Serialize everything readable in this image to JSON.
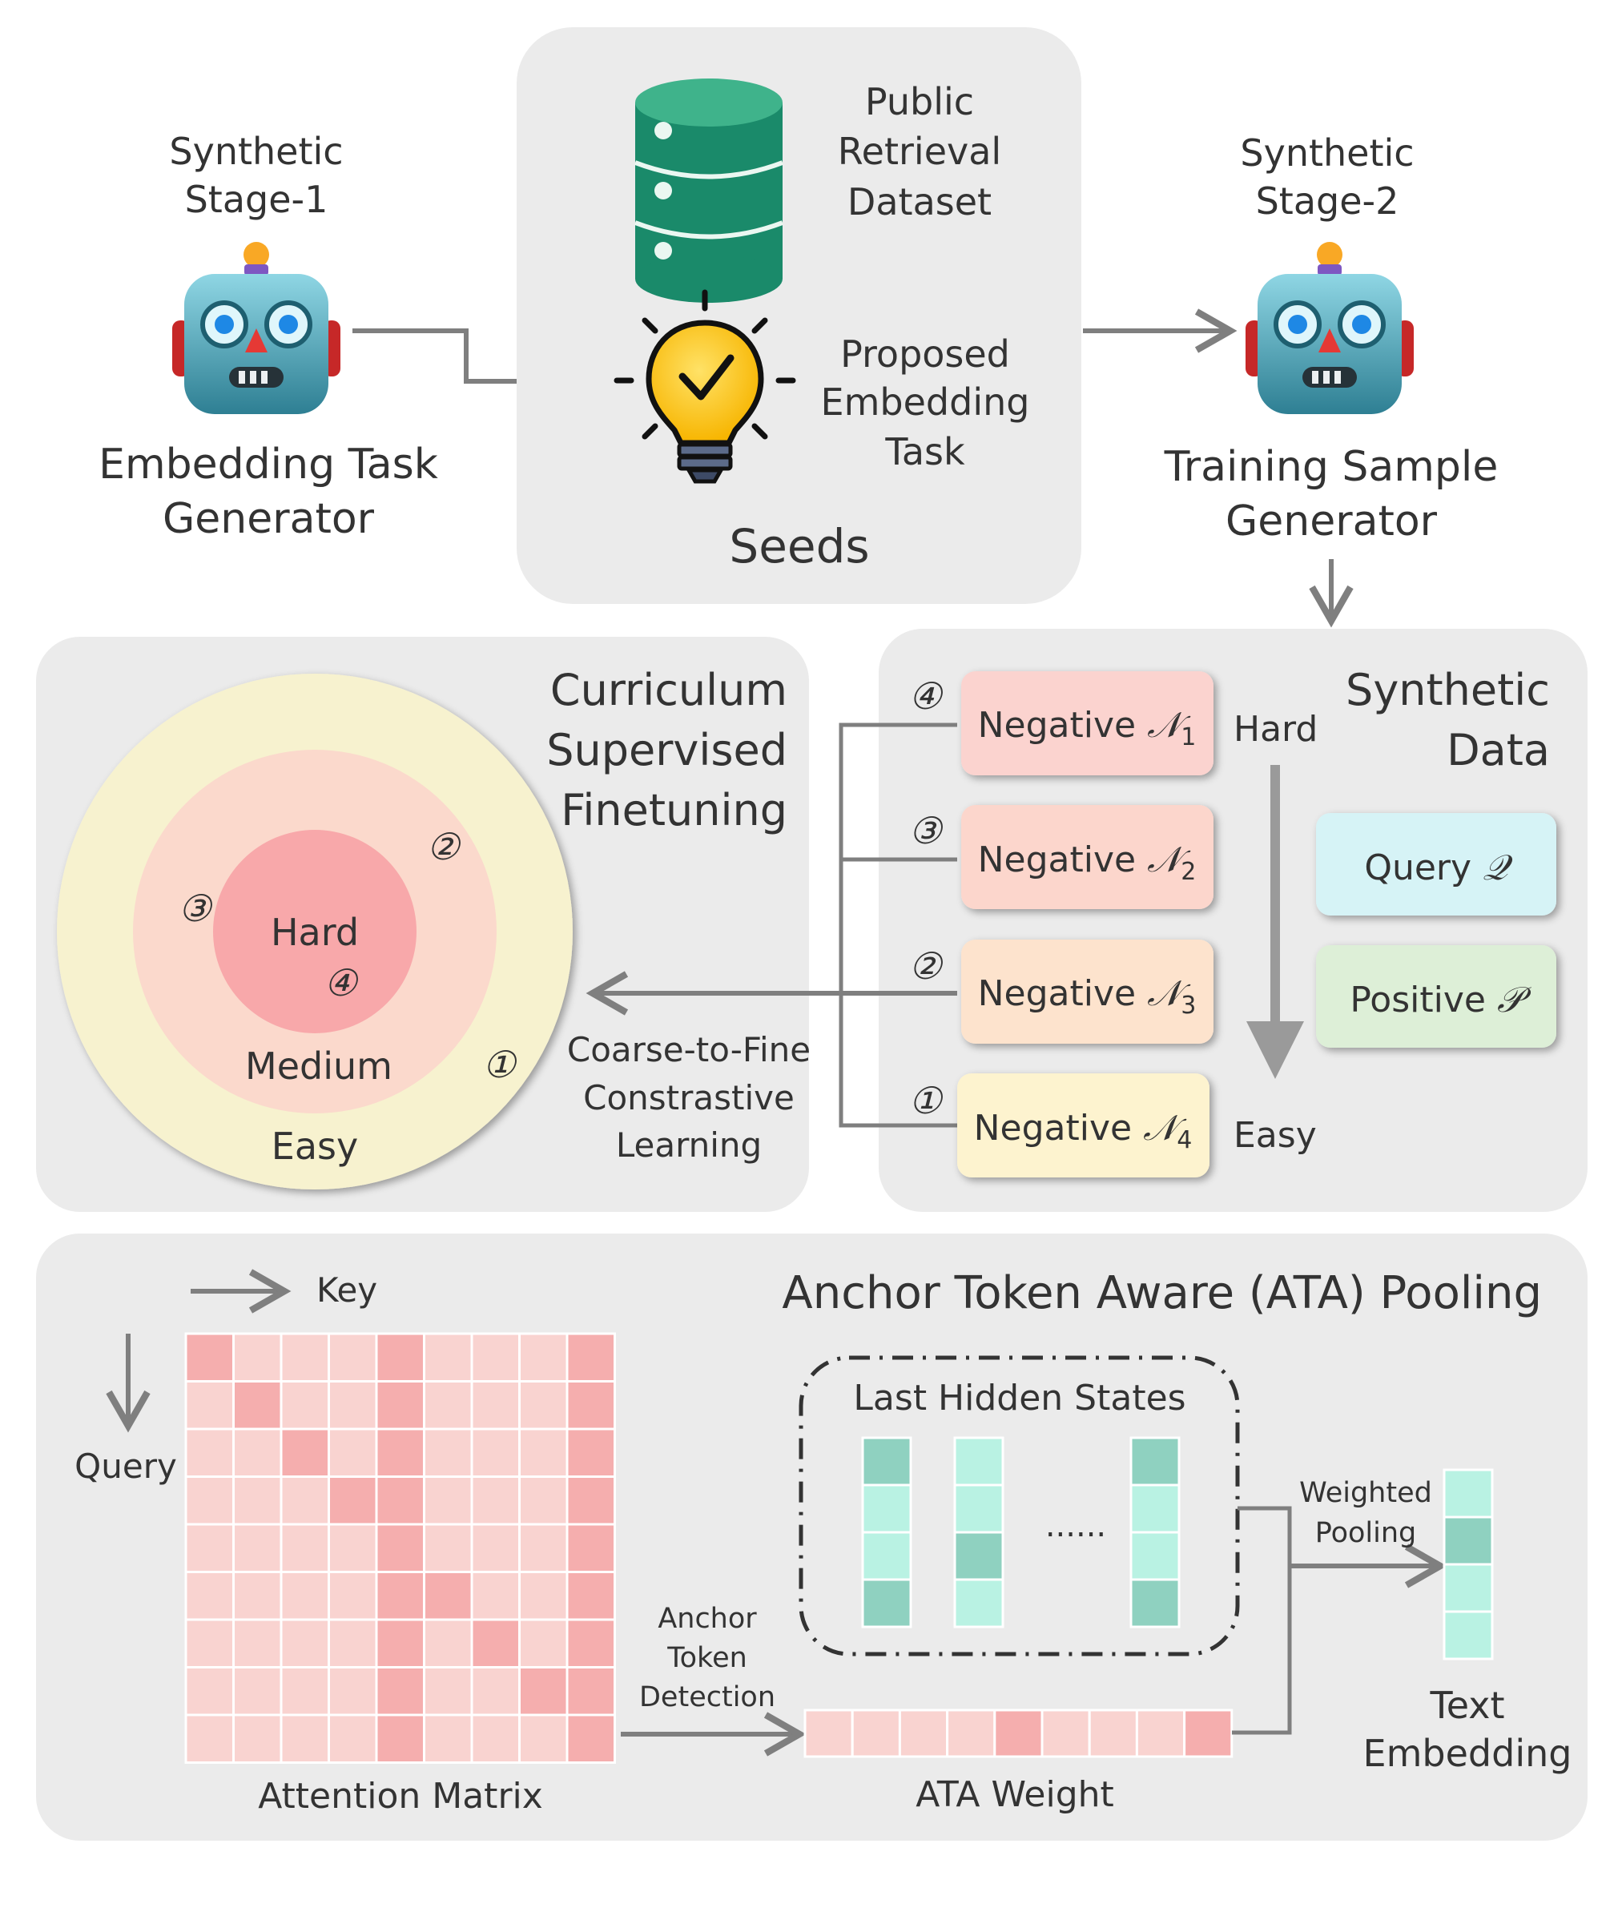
{
  "stage1": {
    "title_line1": "Synthetic",
    "title_line2": "Stage-1",
    "caption_line1": "Embedding Task",
    "caption_line2": "Generator",
    "icon": "robot-icon"
  },
  "seeds": {
    "title": "Seeds",
    "dataset_line1": "Public",
    "dataset_line2": "Retrieval",
    "dataset_line3": "Dataset",
    "task_line1": "Proposed",
    "task_line2": "Embedding",
    "task_line3": "Task",
    "dataset_icon": "database-icon",
    "task_icon": "lightbulb-icon"
  },
  "stage2": {
    "title_line1": "Synthetic",
    "title_line2": "Stage-2",
    "caption_line1": "Training Sample",
    "caption_line2": "Generator",
    "icon": "robot-icon"
  },
  "curriculum": {
    "title_line1": "Curriculum",
    "title_line2": "Supervised",
    "title_line3": "Finetuning",
    "rings": {
      "hard": "Hard",
      "medium": "Medium",
      "easy": "Easy"
    },
    "markers": {
      "m1": "①",
      "m2": "②",
      "m3": "③",
      "m4": "④"
    },
    "arrow_label_line1": "Coarse-to-Fine",
    "arrow_label_line2": "Constrastive",
    "arrow_label_line3": "Learning"
  },
  "synthetic_data": {
    "title_line1": "Synthetic",
    "title_line2": "Data",
    "hard_label": "Hard",
    "easy_label": "Easy",
    "negatives": [
      {
        "marker": "④",
        "label": "Negative ",
        "symbol": "𝒩",
        "sub": "1"
      },
      {
        "marker": "③",
        "label": "Negative ",
        "symbol": "𝒩",
        "sub": "2"
      },
      {
        "marker": "②",
        "label": "Negative ",
        "symbol": "𝒩",
        "sub": "3"
      },
      {
        "marker": "①",
        "label": "Negative ",
        "symbol": "𝒩",
        "sub": "4"
      }
    ],
    "query_label": "Query ",
    "query_symbol": "𝒬",
    "positive_label": "Positive ",
    "positive_symbol": "𝒫"
  },
  "ata": {
    "title": "Anchor Token Aware (ATA) Pooling",
    "key_label": "Key",
    "query_label": "Query",
    "matrix_caption": "Attention Matrix",
    "detection_line1": "Anchor",
    "detection_line2": "Token",
    "detection_line3": "Detection",
    "hidden_states_label": "Last Hidden States",
    "ellipsis": "......",
    "weight_caption": "ATA Weight",
    "pooling_line1": "Weighted",
    "pooling_line2": "Pooling",
    "embedding_line1": "Text",
    "embedding_line2": "Embedding"
  },
  "colors": {
    "panel_bg": "#ebebeb",
    "arrow": "#7f7f7f",
    "neg1": "#fbd3cf",
    "neg2": "#fcd6cc",
    "neg3": "#fde3cd",
    "neg4": "#fdf3cf",
    "query": "#d6f3f6",
    "positive": "#ddefd7",
    "easy_ring": "#f7f2cf",
    "medium_ring": "#fbd9cc",
    "hard_ring": "#f8a8aa",
    "cell_light": "#f9d3d0",
    "cell_dark": "#f5aeae",
    "teal_light": "#b9f2e3",
    "teal_dark": "#8fd1c0"
  }
}
